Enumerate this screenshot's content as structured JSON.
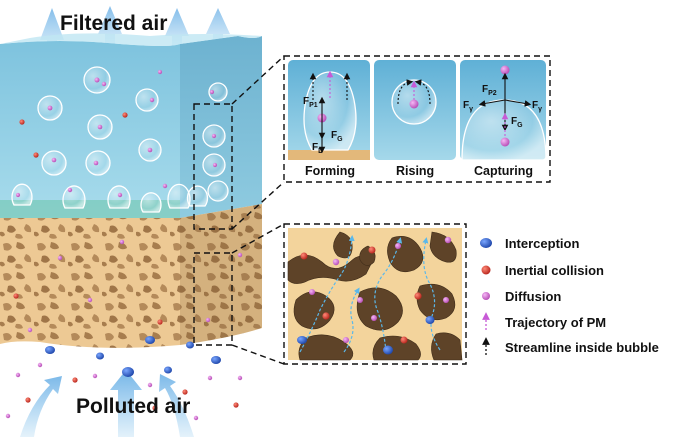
{
  "labels": {
    "top": "Filtered air",
    "bottom": "Polluted air"
  },
  "panels": [
    {
      "label": "Forming"
    },
    {
      "label": "Rising"
    },
    {
      "label": "Capturing"
    }
  ],
  "forces": {
    "fp1": "F",
    "fp1_sub": "P1",
    "fg1": "F",
    "fg1_sub": "G",
    "fd": "F",
    "fd_sub": "D",
    "fp2": "F",
    "fp2_sub": "P2",
    "fy_left": "F",
    "fy_left_sub": "γ",
    "fy_right": "F",
    "fy_right_sub": "γ",
    "fg2": "F",
    "fg2_sub": "G"
  },
  "legend": [
    {
      "label": "Interception",
      "icon": "blue-particle-icon",
      "color": "#2f63c9"
    },
    {
      "label": "Inertial collision",
      "icon": "red-particle-icon",
      "color": "#d63a2c"
    },
    {
      "label": "Diffusion",
      "icon": "pink-particle-icon",
      "color": "#d86ad8"
    },
    {
      "label": "Trajectory of PM",
      "icon": "dashed-pink-arrow-icon",
      "color": "#c75ad6"
    },
    {
      "label": "Streamline inside bubble",
      "icon": "dashed-black-arrow-icon",
      "color": "#111111"
    }
  ],
  "colors": {
    "water": "#8fd0e6",
    "foam": "#e9c58e",
    "pore": "#6b5238",
    "background": "#ffffff"
  }
}
